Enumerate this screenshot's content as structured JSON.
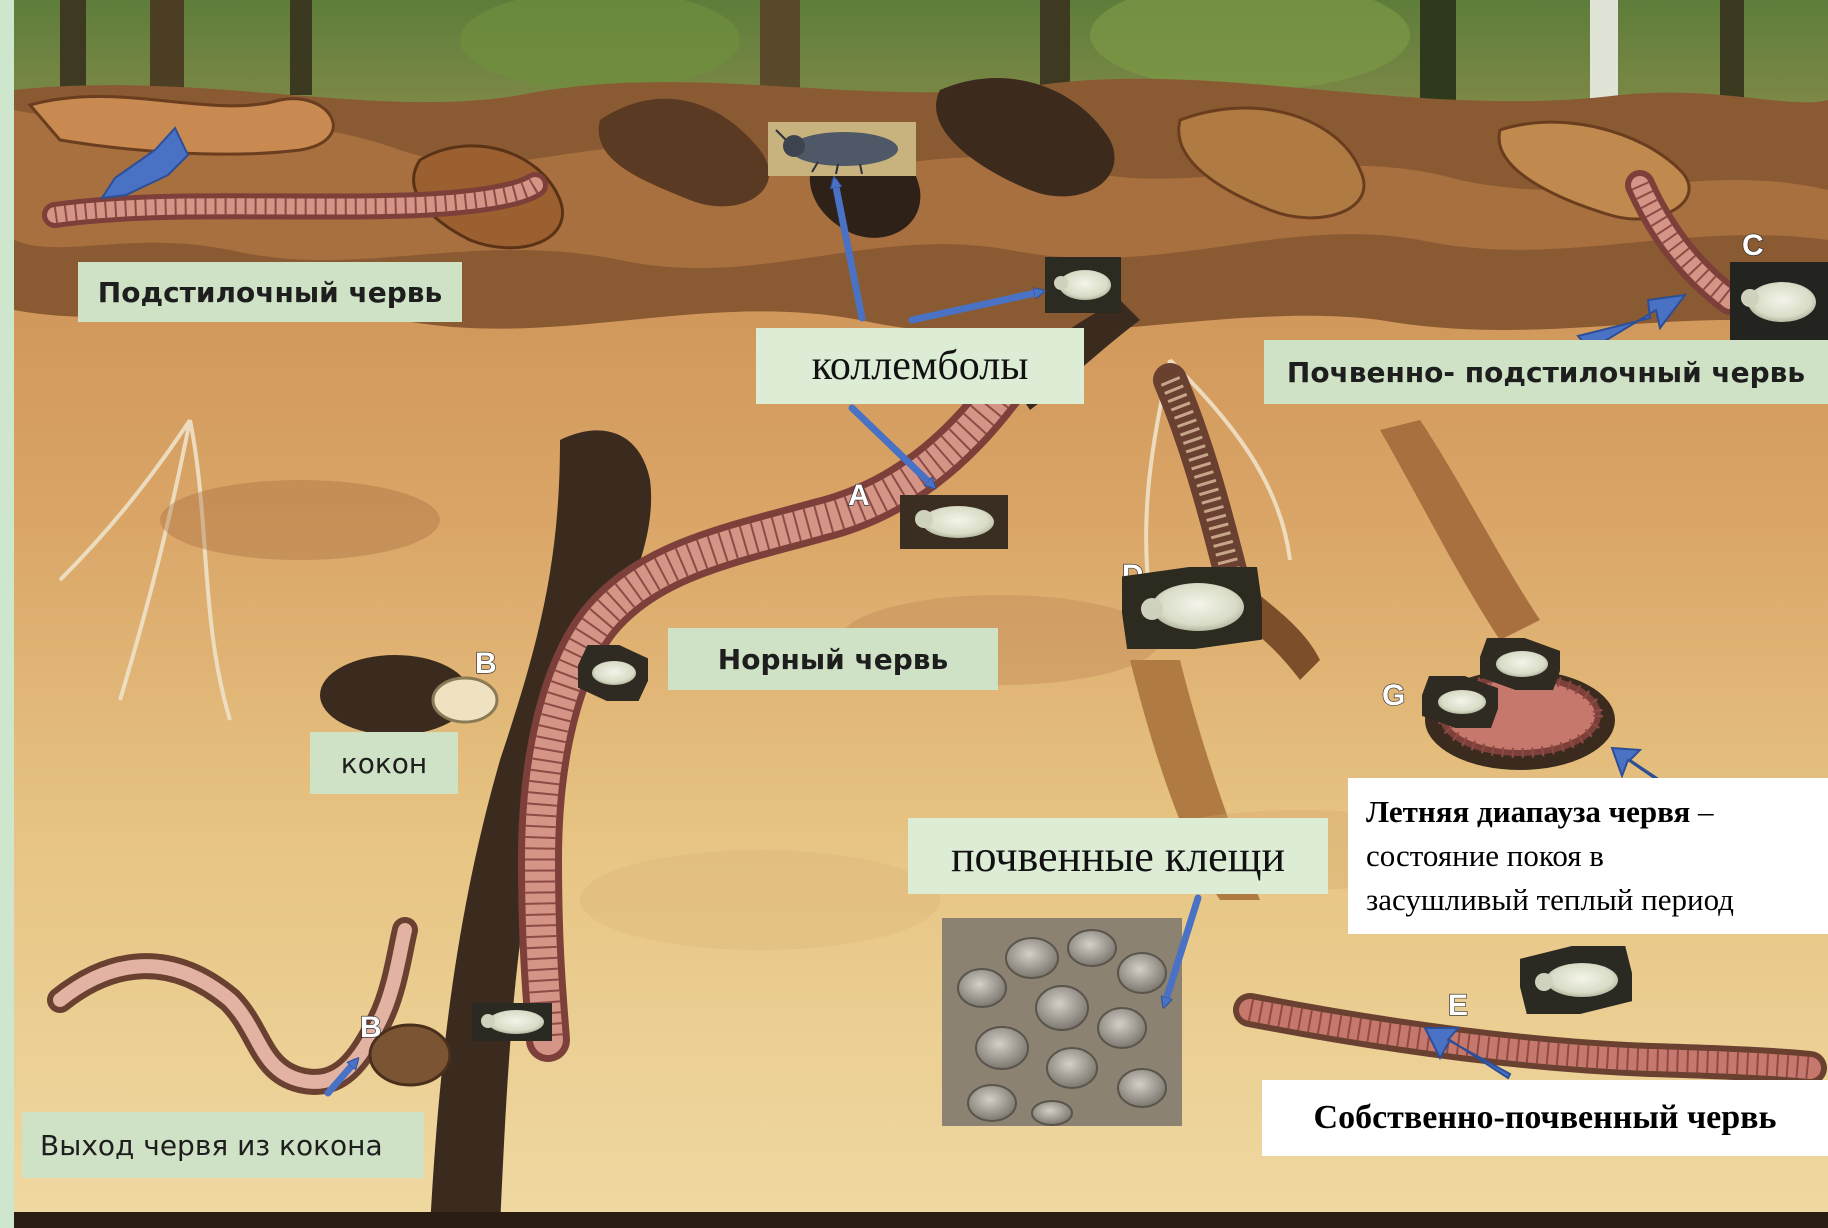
{
  "labels": {
    "litter_worm": "Подстилочный червь",
    "collembola": "коллемболы",
    "soil_litter_worm": "Почвенно- подстилочный червь",
    "burrow_worm": "Норный червь",
    "cocoon": "кокон",
    "soil_mites": "почвенные клещи",
    "diapause_term": "Летняя диапауза червя",
    "diapause_dash": " –",
    "diapause_line2": "состояние покоя в",
    "diapause_line3": "засушливый теплый период",
    "worm_exit": "Выход червя из кокона",
    "true_soil_worm": "Собственно-почвенный червь"
  },
  "markers": {
    "A": "A",
    "B1": "B",
    "B2": "B",
    "C": "C",
    "D": "D",
    "E": "E",
    "G": "G"
  },
  "colors": {
    "arrow": "#4a72c4",
    "arrow_outline": "#2d4f96",
    "frame": "#cde6cd",
    "label_bg": "#cfe2c6"
  }
}
